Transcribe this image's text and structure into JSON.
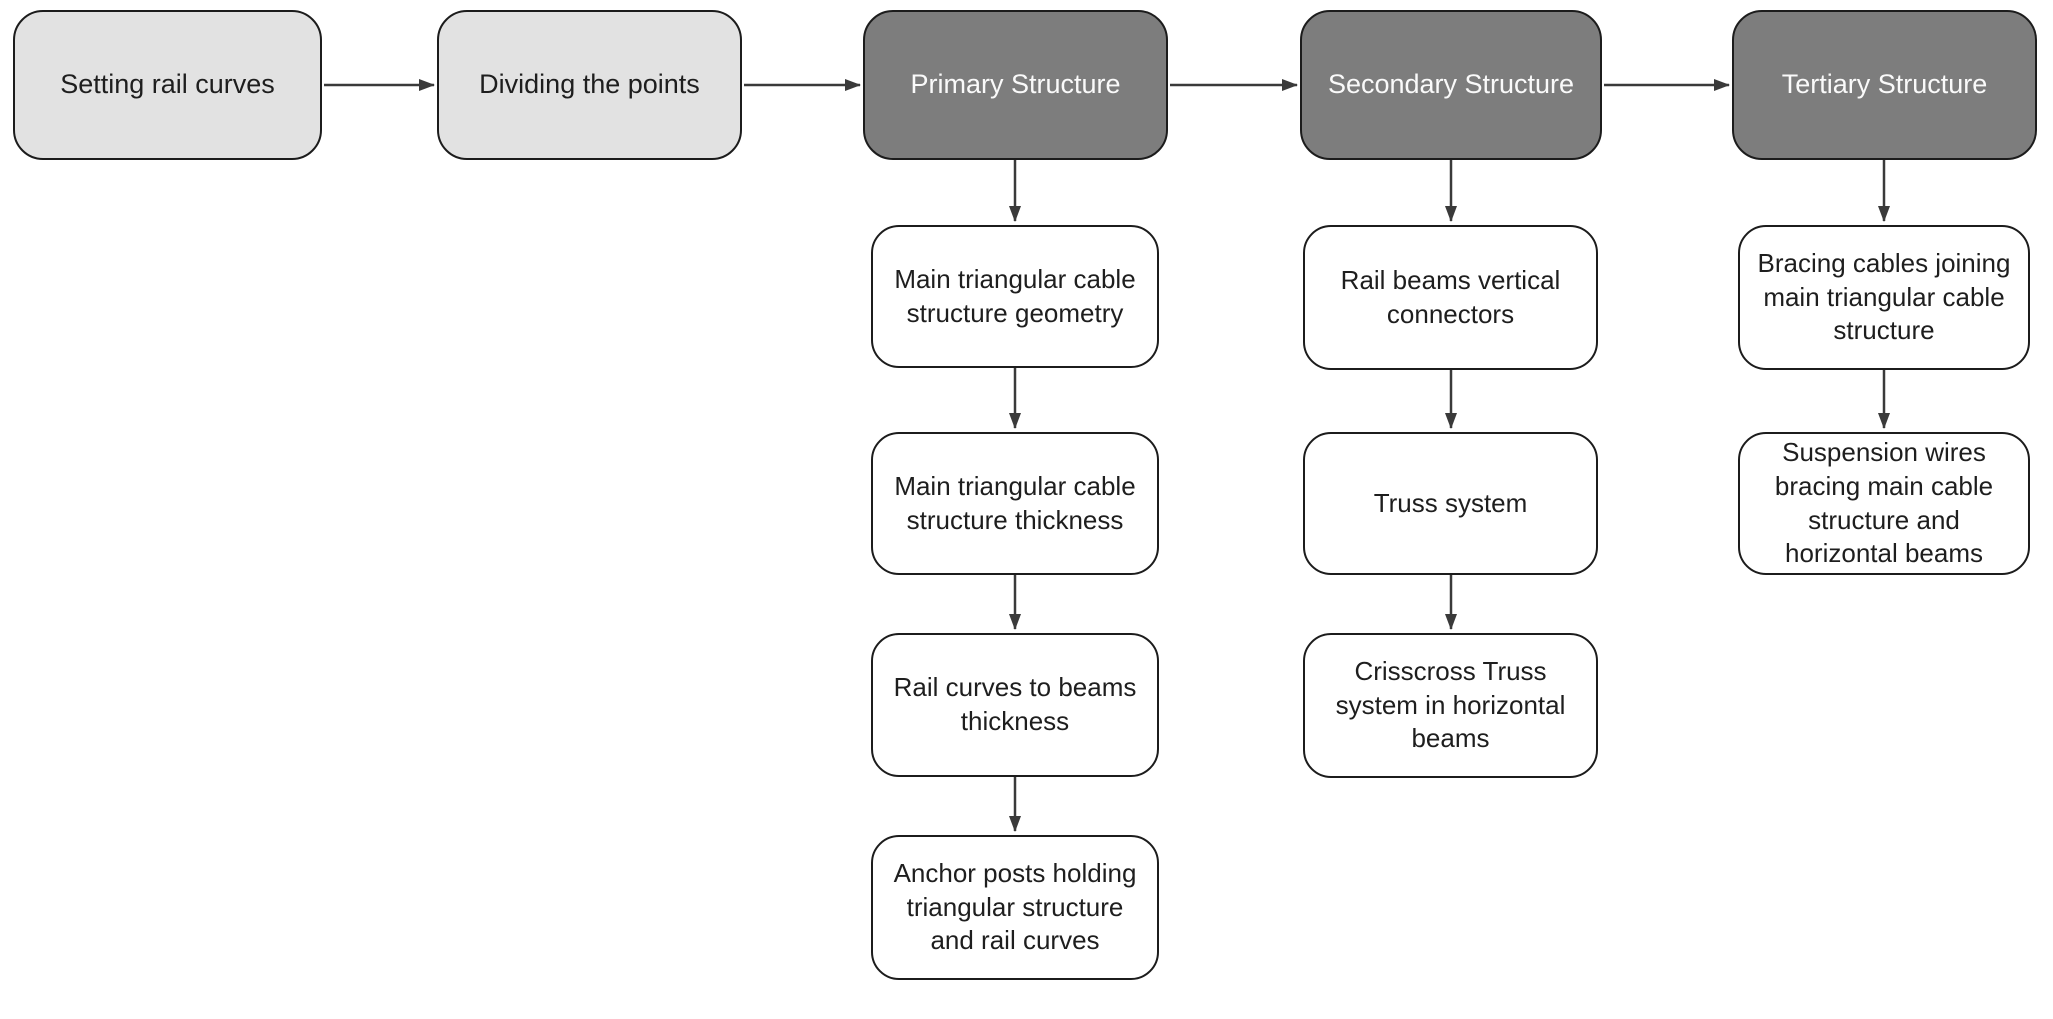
{
  "flow": {
    "stages": [
      "Setting rail curves",
      "Dividing the points",
      "Primary Structure",
      "Secondary Structure",
      "Tertiary Structure"
    ],
    "primary_steps": [
      "Main triangular cable structure geometry",
      "Main triangular cable structure thickness",
      "Rail curves to beams thickness",
      "Anchor posts holding triangular structure and rail curves"
    ],
    "secondary_steps": [
      "Rail beams vertical connectors",
      "Truss system",
      "Crisscross Truss system in horizontal beams"
    ],
    "tertiary_steps": [
      "Bracing cables joining main triangular cable structure",
      "Suspension wires bracing main cable structure and horizontal beams"
    ]
  },
  "colors": {
    "canvas_bg": "#ffffff",
    "stage_light_fill": "#e2e2e2",
    "stage_dark_fill": "#7d7d7d",
    "step_fill": "#ffffff",
    "node_border": "#1c1c1c",
    "arrow": "#3a3a3a",
    "text_dark": "#1e1e1e",
    "text_on_dark": "#fafafa"
  }
}
